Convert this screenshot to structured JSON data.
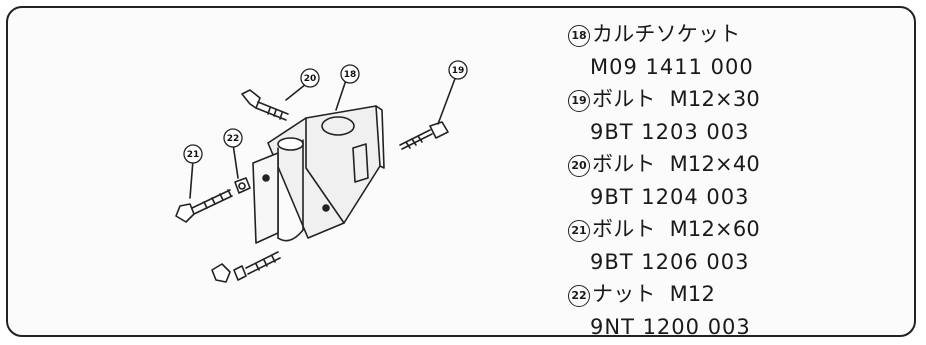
{
  "parts": [
    {
      "no": "18",
      "name": "カルチソケット",
      "spec": "",
      "code": "M09 1411 000"
    },
    {
      "no": "19",
      "name": "ボルト",
      "spec": "M12×30",
      "code": "9BT 1203 003"
    },
    {
      "no": "20",
      "name": "ボルト",
      "spec": "M12×40",
      "code": "9BT 1204 003"
    },
    {
      "no": "21",
      "name": "ボルト",
      "spec": "M12×60",
      "code": "9BT 1206 003"
    },
    {
      "no": "22",
      "name": "ナット",
      "spec": "M12",
      "code": "9NT 1200 003"
    }
  ],
  "diagram_labels": [
    "18",
    "19",
    "20",
    "21",
    "22"
  ]
}
